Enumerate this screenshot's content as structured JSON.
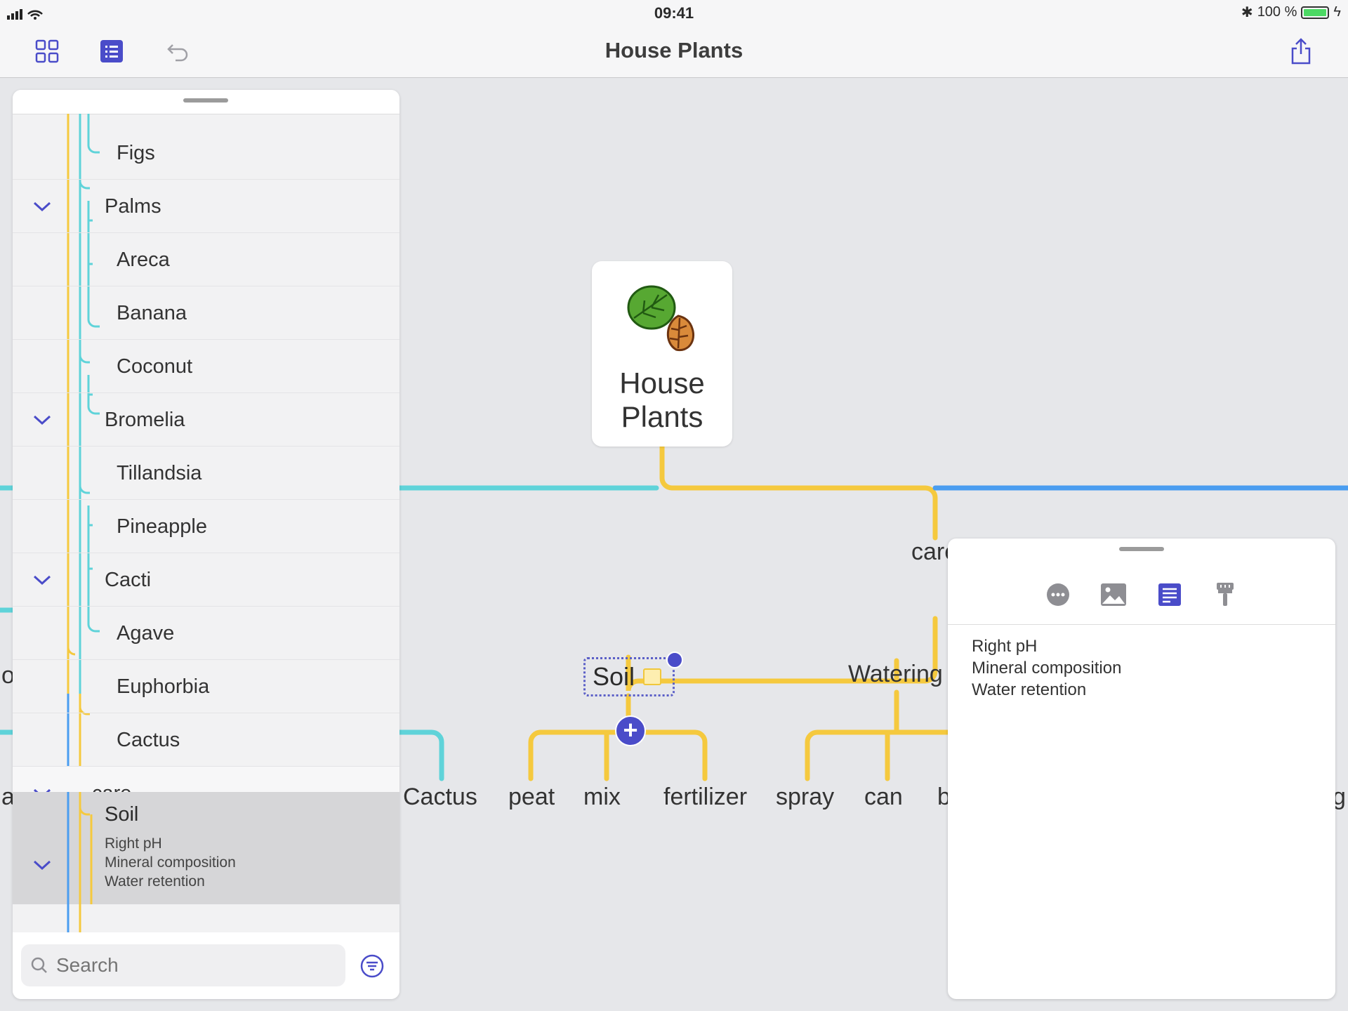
{
  "status": {
    "time": "09:41",
    "battery": "100 %"
  },
  "toolbar": {
    "title": "House Plants"
  },
  "canvas": {
    "root": {
      "label_line1": "House",
      "label_line2": "Plants"
    },
    "branch_care": "care",
    "soil": "Soil",
    "watering": "Watering",
    "leaf_labels": [
      "Cactus",
      "peat",
      "mix",
      "fertilizer",
      "spray",
      "can",
      "b"
    ],
    "edge_left_a": "a",
    "edge_left_o": "o",
    "edge_right": "g"
  },
  "outline": {
    "rows": [
      {
        "label": "Figs",
        "level": 3,
        "chevron": false
      },
      {
        "label": "Palms",
        "level": 2,
        "chevron": true
      },
      {
        "label": "Areca",
        "level": 3,
        "chevron": false
      },
      {
        "label": "Banana",
        "level": 3,
        "chevron": false
      },
      {
        "label": "Coconut",
        "level": 3,
        "chevron": false
      },
      {
        "label": "Bromelia",
        "level": 2,
        "chevron": true
      },
      {
        "label": "Tillandsia",
        "level": 3,
        "chevron": false
      },
      {
        "label": "Pineapple",
        "level": 3,
        "chevron": false
      },
      {
        "label": "Cacti",
        "level": 2,
        "chevron": true
      },
      {
        "label": "Agave",
        "level": 3,
        "chevron": false
      },
      {
        "label": "Euphorbia",
        "level": 3,
        "chevron": false
      },
      {
        "label": "Cactus",
        "level": 3,
        "chevron": false
      },
      {
        "label": "care",
        "level": 1,
        "chevron": true
      }
    ],
    "selected": {
      "label": "Soil",
      "note": [
        "Right pH",
        "Mineral composition",
        "Water retention"
      ]
    },
    "search_placeholder": "Search"
  },
  "inspector": {
    "tabs": [
      "more-icon",
      "image-icon",
      "note-icon",
      "style-brush-icon"
    ],
    "active_tab": "note-icon",
    "note_lines": [
      "Right pH",
      "Mineral composition",
      "Water retention"
    ]
  },
  "colors": {
    "accent": "#4a4cc9",
    "branch_yellow": "#f5c93e",
    "branch_cyan": "#5fd3d9",
    "branch_blue": "#4a9df0"
  }
}
